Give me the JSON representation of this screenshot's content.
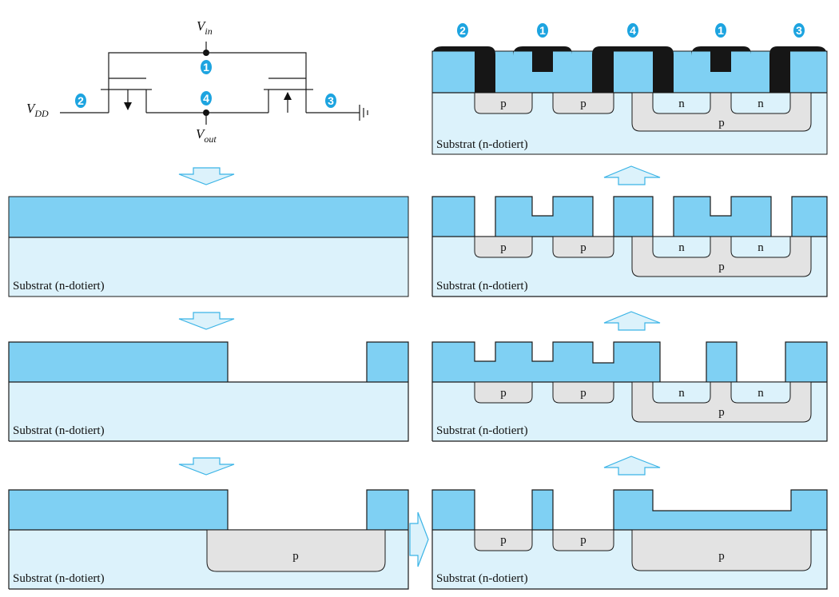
{
  "circuit": {
    "vin": {
      "main": "V",
      "sub": "in"
    },
    "vout": {
      "main": "V",
      "sub": "out"
    },
    "vdd": {
      "main": "V",
      "sub": "DD"
    },
    "badges": [
      "1",
      "2",
      "3",
      "4"
    ]
  },
  "panels": {
    "substrate_label": "Substrat (n-dotiert)",
    "p_label": "p",
    "n_label": "n"
  },
  "colors": {
    "oxide": "#7fd0f3",
    "substrate": "#dcf2fb",
    "p_region": "#e3e3e3",
    "metal": "#161616",
    "badge": "#1da4e0"
  }
}
